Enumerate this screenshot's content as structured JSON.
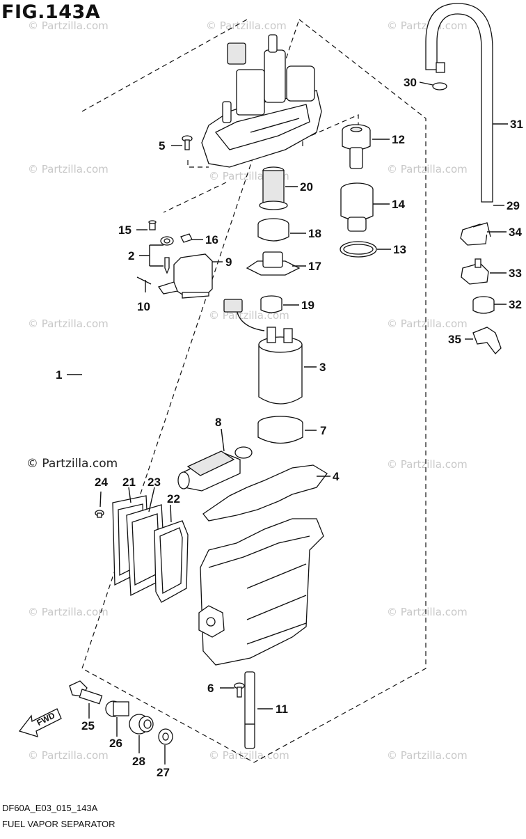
{
  "figure": {
    "title": "FIG.143A",
    "code": "DF60A_E03_015_143A",
    "caption": "FUEL VAPOR SEPARATOR",
    "copyright": "© Partzilla.com",
    "watermark": "© Partzilla.com",
    "fwd_label": "FWD"
  },
  "callouts": {
    "c1": "1",
    "c2": "2",
    "c3": "3",
    "c4": "4",
    "c5": "5",
    "c6": "6",
    "c7": "7",
    "c8": "8",
    "c9": "9",
    "c10": "10",
    "c11": "11",
    "c12": "12",
    "c13": "13",
    "c14": "14",
    "c15": "15",
    "c16": "16",
    "c17": "17",
    "c18": "18",
    "c19": "19",
    "c20": "20",
    "c21": "21",
    "c22": "22",
    "c23": "23",
    "c24": "24",
    "c25": "25",
    "c26": "26",
    "c27": "27",
    "c28": "28",
    "c29": "29",
    "c30": "30",
    "c31": "31",
    "c32": "32",
    "c33": "33",
    "c34": "34",
    "c35": "35"
  }
}
